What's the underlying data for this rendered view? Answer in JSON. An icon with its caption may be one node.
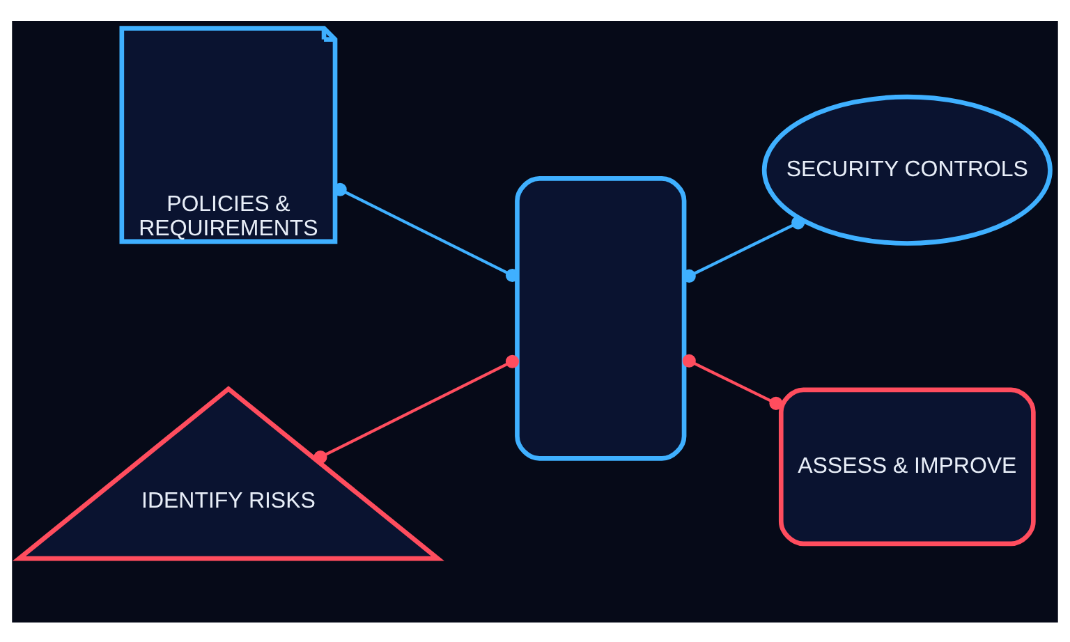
{
  "diagram": {
    "nodes": [
      {
        "text": [
          "POLICIES & REQUIREMENTS"
        ]
      },
      {
        "text": [],
        "shape": "box"
      },
      {
        "text": [
          "SECURITY CONTROLS"
        ]
      },
      {
        "text": [
          "IDENTIFY RISKS"
        ]
      },
      {
        "text": [
          "ASSESS & IMPROVE"
        ]
      }
    ],
    "edges": [
      {
        "from": 0,
        "to": 1,
        "arrow": "other",
        "color": "#3fb0ff"
      },
      {
        "from": 1,
        "to": 2,
        "arrow": "other",
        "color": "#3fb0ff"
      },
      {
        "from": 3,
        "to": 1,
        "arrow": "other",
        "color": "#ff4d5e"
      },
      {
        "from": 1,
        "to": 4,
        "arrow": "other",
        "color": "#ff4d5e"
      }
    ]
  }
}
